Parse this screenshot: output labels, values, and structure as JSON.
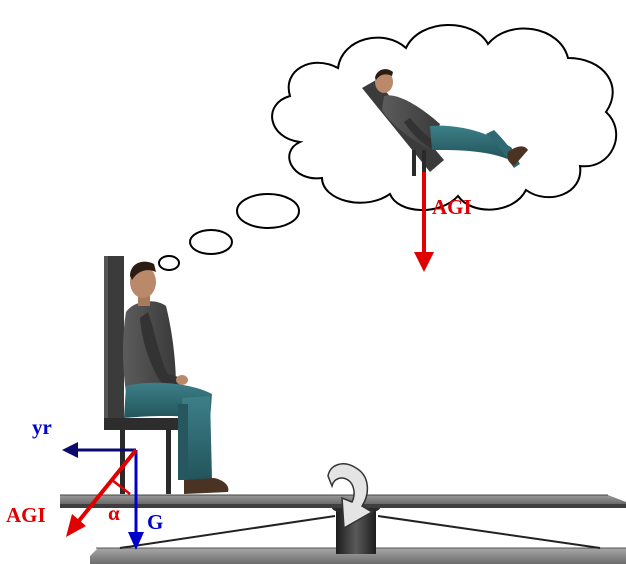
{
  "labels": {
    "agi_top": "AGI",
    "agi_left": "AGI",
    "yr": "yr",
    "g": "G",
    "alpha": "α"
  },
  "colors": {
    "red": "#e00000",
    "blue": "#0000cc",
    "navy": "#0a0a6e",
    "platform": "#7b7b7b",
    "base": "#8c8c8c",
    "seat": "#3b3b3b",
    "shirt": "#4a4a4a",
    "jeans": "#2f6a73",
    "skin": "#b9896a"
  }
}
